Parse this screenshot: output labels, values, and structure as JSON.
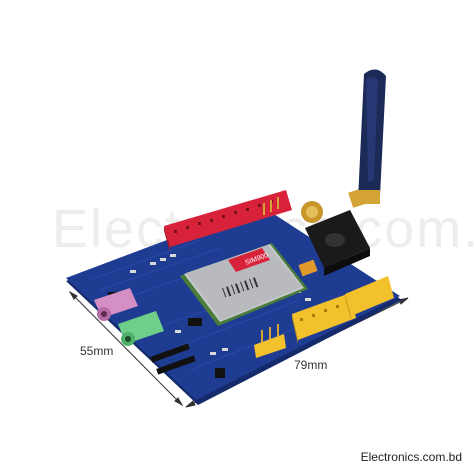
{
  "watermark": "Electronics.com.bd",
  "dimensions": {
    "width_label": "55mm",
    "length_label": "79mm"
  },
  "module": {
    "chip_label": "SIM900"
  },
  "footer": {
    "credit": "Electronics.com.bd"
  },
  "colors": {
    "pcb": "#1f3c93",
    "pcb_dark": "#142a6b",
    "header_red": "#d8223a",
    "header_yellow": "#f3c12b",
    "antenna": "#1b2a57",
    "module_shield": "#c7c9cc",
    "audio_pink": "#d48fc4",
    "audio_green": "#6fcf8a"
  }
}
